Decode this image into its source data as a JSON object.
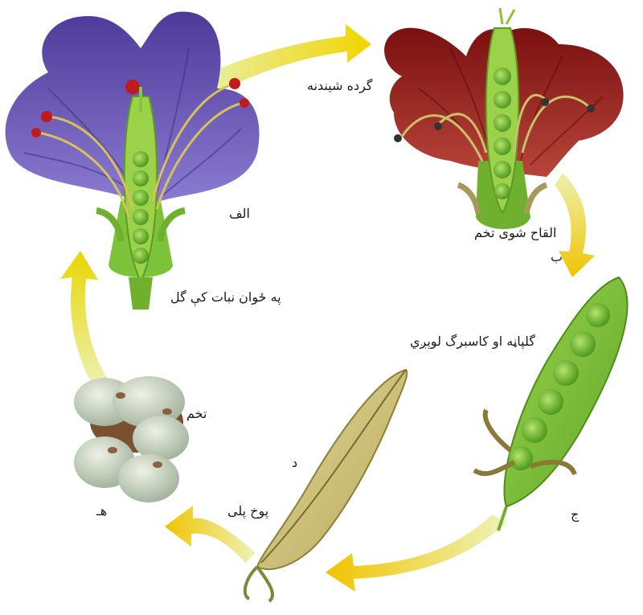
{
  "labels": {
    "pollination": "گرده شیندنه",
    "fertilization": "القاح شوی تخم",
    "flower_stage": "په ځوان نبات کې گل",
    "fruit_growth": "گلپاڼه او کاسبرگ لوېږي",
    "dry_pod": "پوخ پلی",
    "seed": "تخم",
    "letter_a": "الف",
    "letter_b": "ب",
    "letter_c": "ج",
    "letter_d": "د",
    "letter_e": "هـ"
  },
  "colors": {
    "arrow_yellow": "#f2e21a",
    "purple_petal": "#6a4fb3",
    "red_petal": "#9a1f1f",
    "green_pod": "#7fc63a",
    "dry_pod": "#cfc37a",
    "seed": "#cdd6c4"
  }
}
